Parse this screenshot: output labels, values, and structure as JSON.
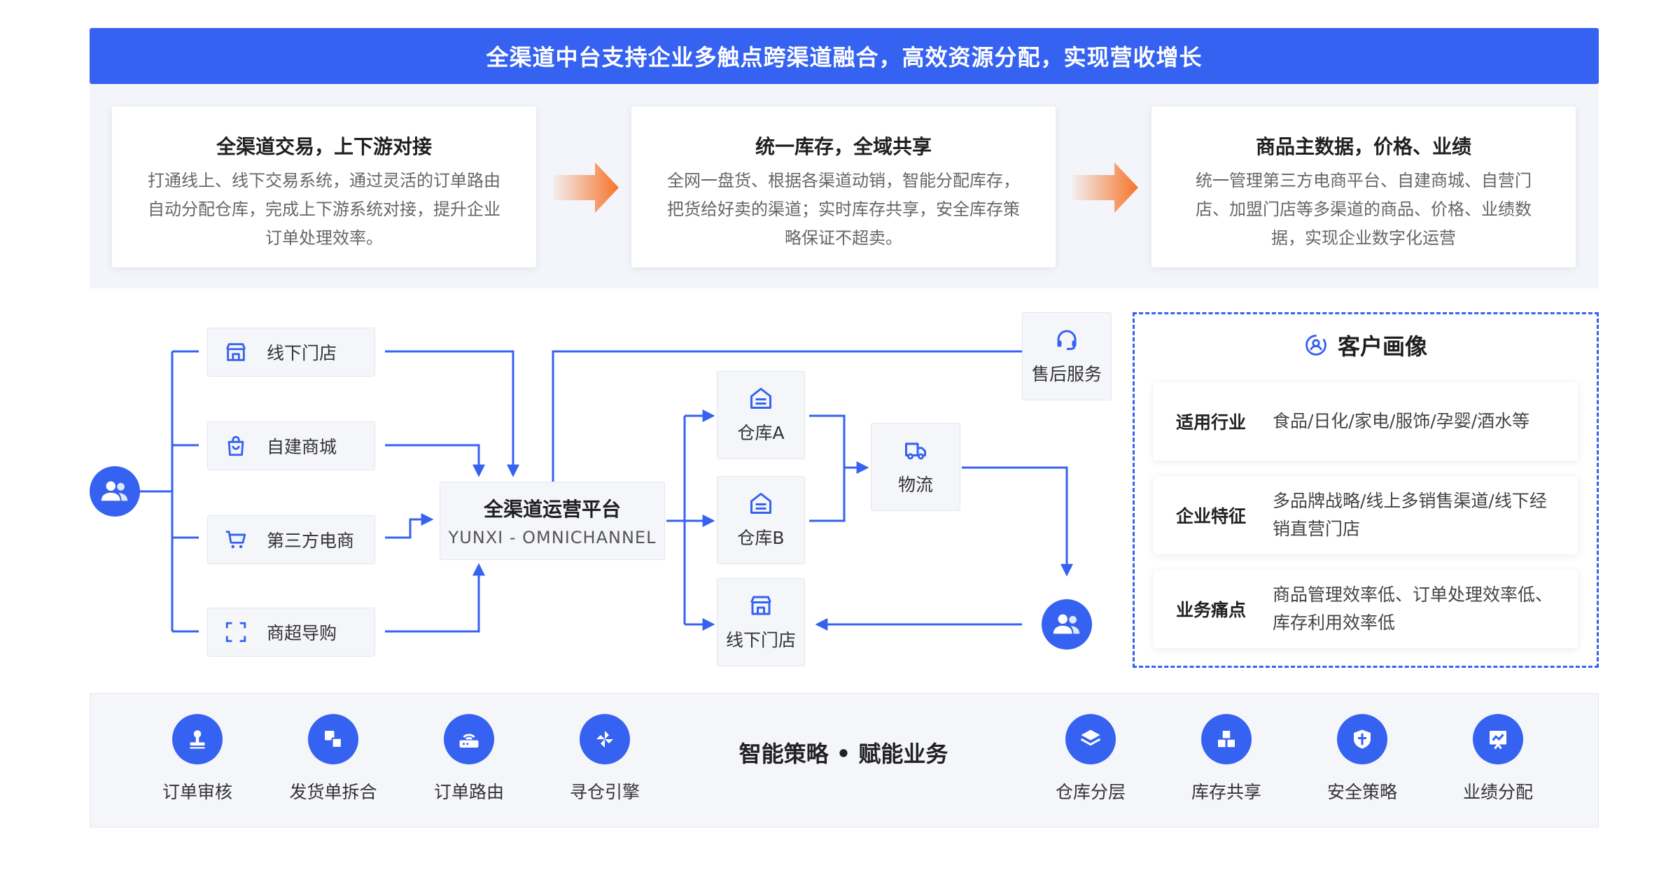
{
  "banner": {
    "title": "全渠道中台支持企业多触点跨渠道融合，高效资源分配，实现营收增长"
  },
  "cards": [
    {
      "title": "全渠道交易，上下游对接",
      "lines": [
        "打通线上、线下交易系统，通过灵活的订单路由",
        "自动分配仓库，完成上下游系统对接，提升企业",
        "订单处理效率。"
      ]
    },
    {
      "title": "统一库存，全域共享",
      "lines": [
        "全网一盘货、根据各渠道动销，智能分配库存，",
        "把货给好卖的渠道；实时库存共享，安全库存策",
        "略保证不超卖。"
      ]
    },
    {
      "title": "商品主数据，价格、业绩",
      "lines": [
        "统一管理第三方电商平台、自建商城、自营门",
        "店、加盟门店等多渠道的商品、价格、业绩数",
        "据，实现企业数字化运营"
      ]
    }
  ],
  "flow": {
    "channels": [
      {
        "label": "线下门店",
        "icon": "store-icon"
      },
      {
        "label": "自建商城",
        "icon": "shopping-bag-icon"
      },
      {
        "label": "第三方电商",
        "icon": "cart-icon"
      },
      {
        "label": "商超导购",
        "icon": "scan-icon"
      }
    ],
    "platform": {
      "title": "全渠道运营平台",
      "subtitle": "YUNXI - OMNICHANNEL"
    },
    "warehouses": [
      {
        "label": "仓库A",
        "icon": "warehouse-icon"
      },
      {
        "label": "仓库B",
        "icon": "warehouse-icon"
      },
      {
        "label": "线下门店",
        "icon": "store-icon"
      }
    ],
    "logistics": {
      "label": "物流",
      "icon": "truck-icon"
    },
    "after_sales": {
      "label": "售后服务",
      "icon": "headset-icon"
    }
  },
  "profile": {
    "title": "客户画像",
    "rows": [
      {
        "label": "适用行业",
        "lines": [
          "食品/日化/家电/服饰/孕婴/酒水等"
        ]
      },
      {
        "label": "企业特征",
        "lines": [
          "多品牌战略/线上多销售渠道/线下经",
          "销直营门店"
        ]
      },
      {
        "label": "业务痛点",
        "lines": [
          "商品管理效率低、订单处理效率低、",
          "库存利用效率低"
        ]
      }
    ]
  },
  "bottom": {
    "title": "智能策略 • 赋能业务",
    "left_items": [
      {
        "label": "订单审核",
        "icon": "stamp-icon"
      },
      {
        "label": "发货单拆合",
        "icon": "split-icon"
      },
      {
        "label": "订单路由",
        "icon": "router-icon"
      },
      {
        "label": "寻仓引擎",
        "icon": "engine-icon"
      }
    ],
    "right_items": [
      {
        "label": "仓库分层",
        "icon": "layers-icon"
      },
      {
        "label": "库存共享",
        "icon": "boxes-icon"
      },
      {
        "label": "安全策略",
        "icon": "shield-icon"
      },
      {
        "label": "业绩分配",
        "icon": "chart-board-icon"
      }
    ]
  },
  "colors": {
    "primary": "#3562f0",
    "arrow_orange": "#f6742a",
    "band": "#f3f5fa"
  }
}
